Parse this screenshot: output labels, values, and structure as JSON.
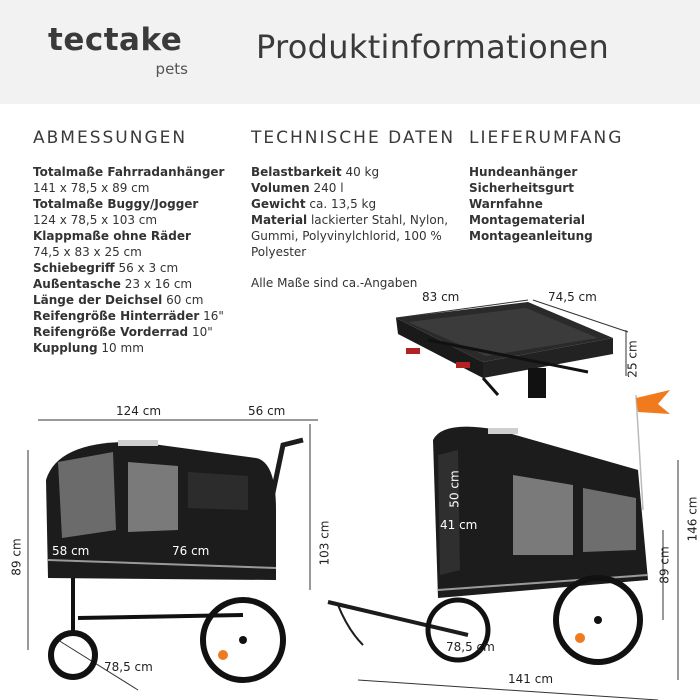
{
  "brand": {
    "name": "tectake",
    "sub": "pets"
  },
  "title": "Produktinformationen",
  "columns": {
    "dimensions": {
      "heading": "ABMESSUNGEN",
      "lines": [
        {
          "bold": "Totalmaße Fahrradanhänger",
          "text": ""
        },
        {
          "bold": "",
          "text": "141 x 78,5 x 89 cm"
        },
        {
          "bold": "Totalmaße Buggy/Jogger",
          "text": ""
        },
        {
          "bold": "",
          "text": "124 x 78,5 x 103 cm"
        },
        {
          "bold": "Klappmaße ohne Räder",
          "text": ""
        },
        {
          "bold": "",
          "text": "74,5 x 83 x 25 cm"
        },
        {
          "bold": "Schiebegriff",
          "text": " 56 x 3 cm"
        },
        {
          "bold": "Außentasche",
          "text": " 23 x 16 cm"
        },
        {
          "bold": "Länge der Deichsel",
          "text": " 60 cm"
        },
        {
          "bold": "Reifengröße Hinterräder",
          "text": " 16\""
        },
        {
          "bold": "Reifengröße Vorderrad",
          "text": " 10\""
        },
        {
          "bold": "Kupplung",
          "text": " 10 mm"
        }
      ]
    },
    "technical": {
      "heading": "TECHNISCHE DATEN",
      "lines": [
        {
          "bold": "Belastbarkeit",
          "text": " 40 kg"
        },
        {
          "bold": "Volumen",
          "text": " 240 l"
        },
        {
          "bold": "Gewicht",
          "text": " ca. 13,5 kg"
        },
        {
          "bold": "Material",
          "text": " lackierter Stahl, Nylon,"
        },
        {
          "bold": "",
          "text": "Gummi, Polyvinylchlorid, 100 %"
        },
        {
          "bold": "",
          "text": "Polyester"
        }
      ],
      "note": "Alle Maße sind ca.-Angaben"
    },
    "delivery": {
      "heading": "LIEFERUMFANG",
      "lines": [
        {
          "bold": "Hundeanhänger",
          "text": ""
        },
        {
          "bold": "Sicherheitsgurt",
          "text": ""
        },
        {
          "bold": "Warnfahne",
          "text": ""
        },
        {
          "bold": "Montagematerial",
          "text": ""
        },
        {
          "bold": "Montageanleitung",
          "text": ""
        }
      ]
    }
  },
  "measurements": {
    "folded_depth": "83 cm",
    "folded_width": "74,5 cm",
    "folded_height": "25 cm",
    "buggy_length": "124 cm",
    "handle": "56 cm",
    "buggy_inner_a": "58 cm",
    "buggy_inner_b": "76 cm",
    "buggy_height_left": "89 cm",
    "buggy_height_right": "103 cm",
    "buggy_width": "78,5 cm",
    "trailer_inner_h": "50 cm",
    "trailer_inner_w": "41 cm",
    "trailer_height_a": "89 cm",
    "trailer_height_b": "146 cm",
    "trailer_width": "78,5 cm",
    "trailer_length": "141 cm"
  },
  "colors": {
    "header_bg": "#f2f2f2",
    "flag": "#f07a1e",
    "product": "#1c1c1c"
  }
}
